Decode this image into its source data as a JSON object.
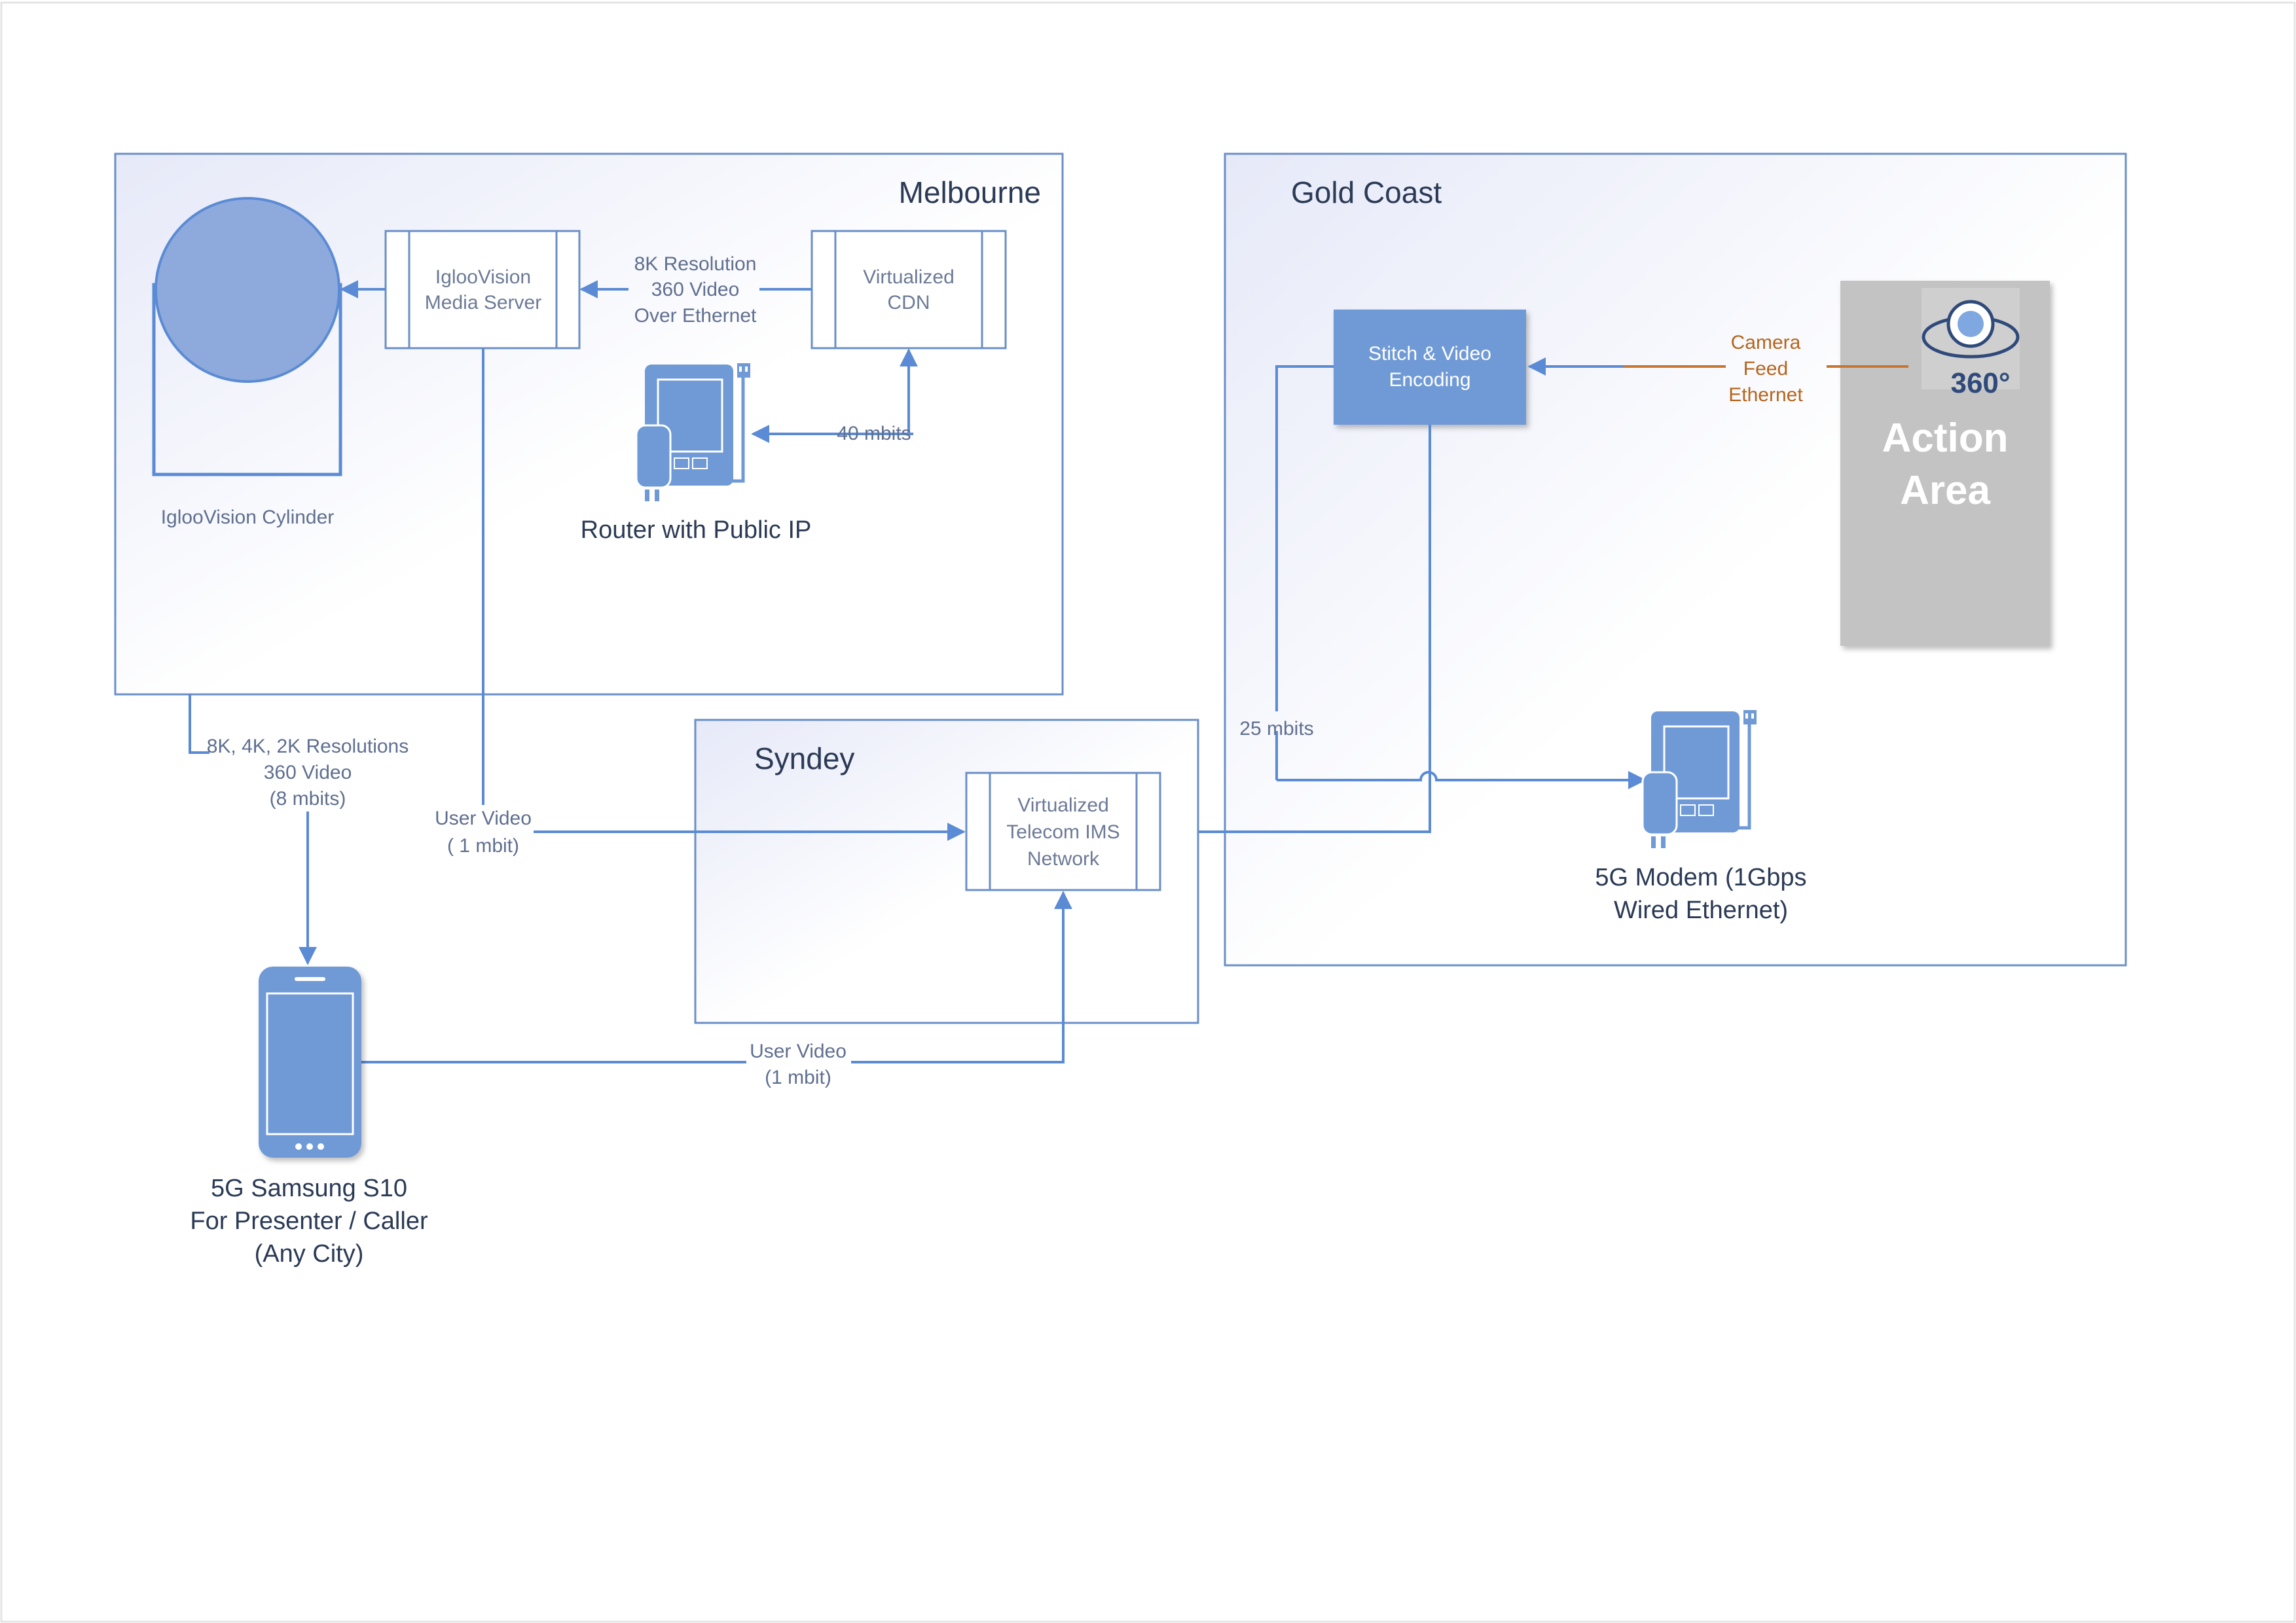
{
  "regions": {
    "melbourne": "Melbourne",
    "gold_coast": "Gold Coast",
    "sydney": "Syndey"
  },
  "nodes": {
    "cylinder_label": "IglooVision Cylinder",
    "media_server": [
      "IglooVision",
      "Media Server"
    ],
    "cdn": [
      "Virtualized",
      "CDN"
    ],
    "router_label": "Router with Public IP",
    "stitch": [
      "Stitch & Video",
      "Encoding"
    ],
    "action_area": [
      "Action",
      "Area"
    ],
    "camera_badge": "360°",
    "modem_label": [
      "5G Modem (1Gbps",
      "Wired Ethernet)"
    ],
    "ims": [
      "Virtualized",
      "Telecom IMS",
      "Network"
    ],
    "phone_label": [
      "5G Samsung S10",
      "For Presenter / Caller",
      "(Any City)"
    ]
  },
  "links": {
    "eight_k": [
      "8K Resolution",
      "360 Video",
      "Over Ethernet"
    ],
    "forty": "40 mbits",
    "camera_feed": [
      "Camera",
      "Feed",
      "Ethernet"
    ],
    "twenty_five": "25 mbits",
    "resolutions": [
      "8K, 4K, 2K Resolutions",
      "360 Video",
      "(8 mbits)"
    ],
    "user_video_top": [
      "User Video",
      "( 1 mbit)"
    ],
    "user_video_bottom": [
      "User Video",
      "(1 mbit)"
    ]
  },
  "colors": {
    "line": "#5b8bd4",
    "box_border": "#6a8fc7",
    "device_fill": "#6f9ad6",
    "action_fill": "#c3c3c3",
    "orange_line": "#c8762f"
  }
}
